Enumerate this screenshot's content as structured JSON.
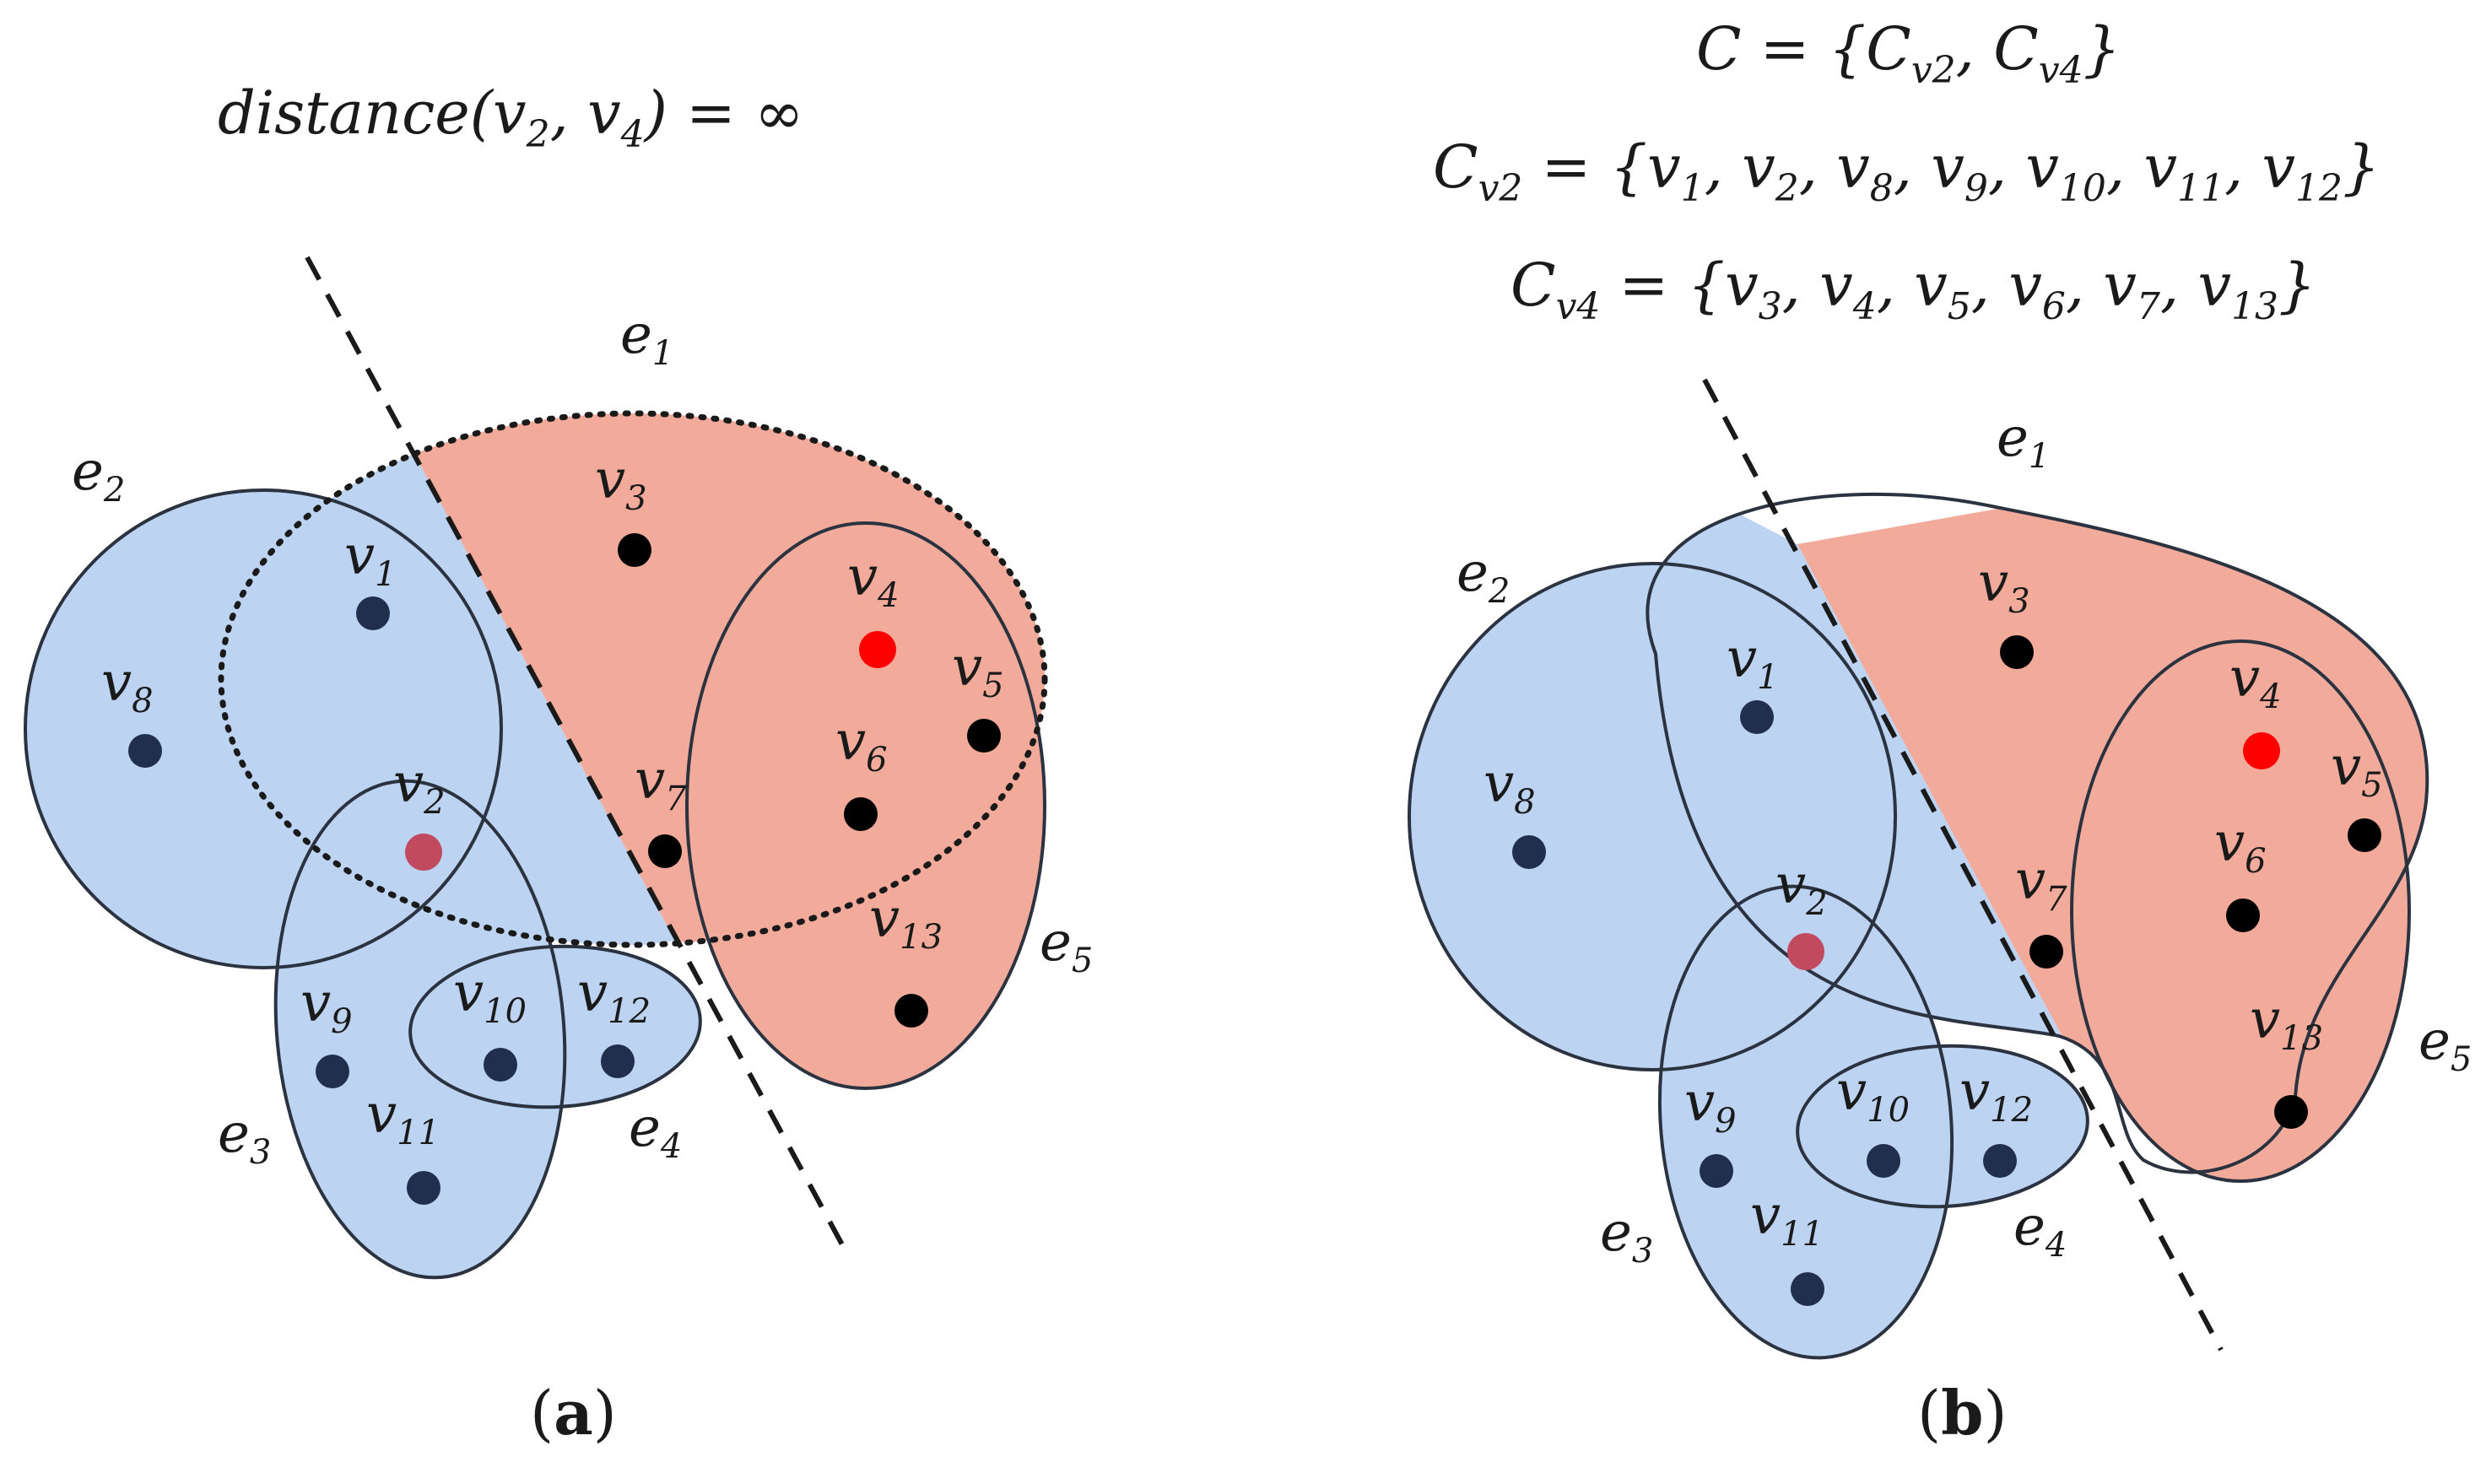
{
  "colors": {
    "blue_region": "#bdd3f2",
    "red_region": "#f2ab9a",
    "stroke": "#2b3240",
    "node": "#1f2f4c",
    "node_black": "#000000",
    "v4_node": "#ff0000",
    "v2_node": "#c24a5e"
  },
  "panel_a": {
    "formula": {
      "prefix": "distance(",
      "v2": "v",
      "v2_sub": "2",
      "sep": ", ",
      "v4": "v",
      "v4_sub": "4",
      "suffix": ") = ∞"
    },
    "caption": {
      "open": "(",
      "letter": "a",
      "close": ")"
    },
    "edges": [
      {
        "label": "e",
        "sub": "1"
      },
      {
        "label": "e",
        "sub": "2"
      },
      {
        "label": "e",
        "sub": "3"
      },
      {
        "label": "e",
        "sub": "4"
      },
      {
        "label": "e",
        "sub": "5"
      }
    ],
    "nodes": [
      {
        "label": "v",
        "sub": "1"
      },
      {
        "label": "v",
        "sub": "2"
      },
      {
        "label": "v",
        "sub": "3"
      },
      {
        "label": "v",
        "sub": "4"
      },
      {
        "label": "v",
        "sub": "5"
      },
      {
        "label": "v",
        "sub": "6"
      },
      {
        "label": "v",
        "sub": "7"
      },
      {
        "label": "v",
        "sub": "8"
      },
      {
        "label": "v",
        "sub": "9"
      },
      {
        "label": "v",
        "sub": "10"
      },
      {
        "label": "v",
        "sub": "11"
      },
      {
        "label": "v",
        "sub": "12"
      },
      {
        "label": "v",
        "sub": "13"
      }
    ]
  },
  "panel_b": {
    "formula_c": {
      "lhs": "C = {",
      "a": "C",
      "a_sub": "v2",
      "sep": ", ",
      "b": "C",
      "b_sub": "v4",
      "rhs": "}"
    },
    "formula_cv2": {
      "lhs": "C",
      "lhs_sub": "v2",
      "eq": " = {",
      "items": [
        {
          "v": "v",
          "sub": "1"
        },
        {
          "v": "v",
          "sub": "2"
        },
        {
          "v": "v",
          "sub": "8"
        },
        {
          "v": "v",
          "sub": "9"
        },
        {
          "v": "v",
          "sub": "10"
        },
        {
          "v": "v",
          "sub": "11"
        },
        {
          "v": "v",
          "sub": "12"
        }
      ],
      "close": "}"
    },
    "formula_cv4": {
      "lhs": "C",
      "lhs_sub": "v4",
      "eq": " = {",
      "items": [
        {
          "v": "v",
          "sub": "3"
        },
        {
          "v": "v",
          "sub": "4"
        },
        {
          "v": "v",
          "sub": "5"
        },
        {
          "v": "v",
          "sub": "6"
        },
        {
          "v": "v",
          "sub": "7"
        },
        {
          "v": "v",
          "sub": "13"
        }
      ],
      "close": "}"
    },
    "caption": {
      "open": "(",
      "letter": "b",
      "close": ")"
    },
    "edges": [
      {
        "label": "e",
        "sub": "1"
      },
      {
        "label": "e",
        "sub": "2"
      },
      {
        "label": "e",
        "sub": "3"
      },
      {
        "label": "e",
        "sub": "4"
      },
      {
        "label": "e",
        "sub": "5"
      }
    ],
    "nodes": [
      {
        "label": "v",
        "sub": "1"
      },
      {
        "label": "v",
        "sub": "2"
      },
      {
        "label": "v",
        "sub": "3"
      },
      {
        "label": "v",
        "sub": "4"
      },
      {
        "label": "v",
        "sub": "5"
      },
      {
        "label": "v",
        "sub": "6"
      },
      {
        "label": "v",
        "sub": "7"
      },
      {
        "label": "v",
        "sub": "8"
      },
      {
        "label": "v",
        "sub": "9"
      },
      {
        "label": "v",
        "sub": "10"
      },
      {
        "label": "v",
        "sub": "11"
      },
      {
        "label": "v",
        "sub": "12"
      },
      {
        "label": "v",
        "sub": "13"
      }
    ]
  }
}
